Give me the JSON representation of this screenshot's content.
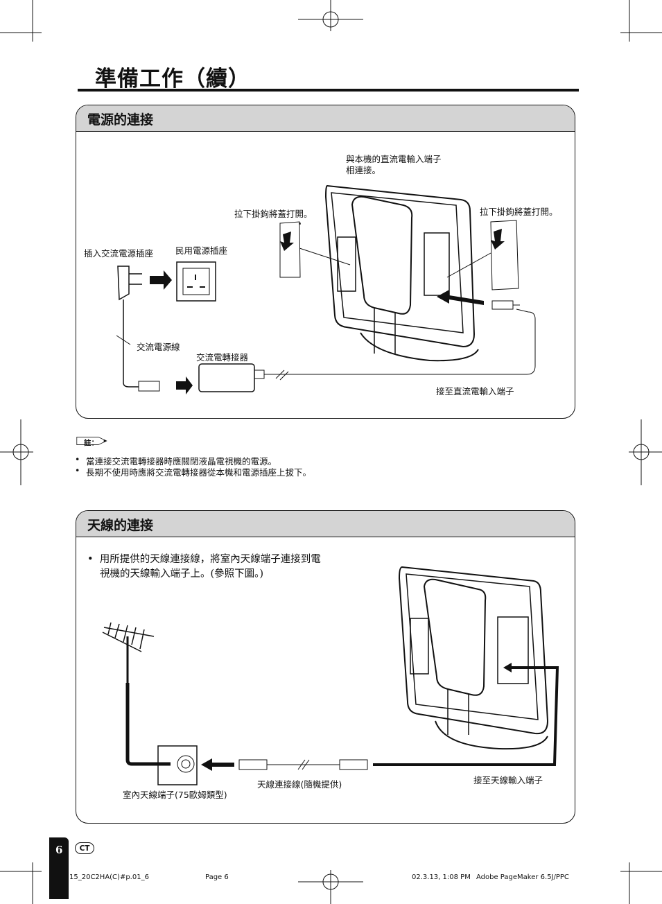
{
  "page": {
    "title": "準備工作（續）",
    "page_number": "6",
    "lang_badge": "CT"
  },
  "power_section": {
    "heading": "電源的連接",
    "labels": {
      "dc_input_connect_l1": "與本機的直流電輸入端子",
      "dc_input_connect_l2": "相連接。",
      "pull_hook_left": "拉下掛鉤將蓋打開。",
      "pull_hook_right": "拉下掛鉤將蓋打開。",
      "plug_into_ac": "插入交流電源插座",
      "household_outlet": "民用電源插座",
      "ac_cord": "交流電源線",
      "ac_adapter": "交流電轉接器",
      "to_dc_input": "接至直流電輸入端子"
    }
  },
  "notes": {
    "tag": "註：",
    "items": [
      "當連接交流電轉接器時應關閉液晶電視機的電源。",
      "長期不使用時應將交流電轉接器從本機和電源插座上拔下。"
    ]
  },
  "antenna_section": {
    "heading": "天線的連接",
    "instruction_l1": "用所提供的天線連接線，將室內天線端子連接到電",
    "instruction_l2": "視機的天線輸入端子上。(參照下圖。)",
    "labels": {
      "indoor_terminal": "室內天線端子(75歐姆類型)",
      "antenna_cable": "天線連接線(隨機提供)",
      "to_antenna_input": "接至天線輸入端子"
    }
  },
  "footer": {
    "file": "15_20C2HA(C)#p.01_6",
    "page": "Page 6",
    "date": "02.3.13, 1:08 PM",
    "app": "Adobe PageMaker 6.5J/PPC"
  }
}
